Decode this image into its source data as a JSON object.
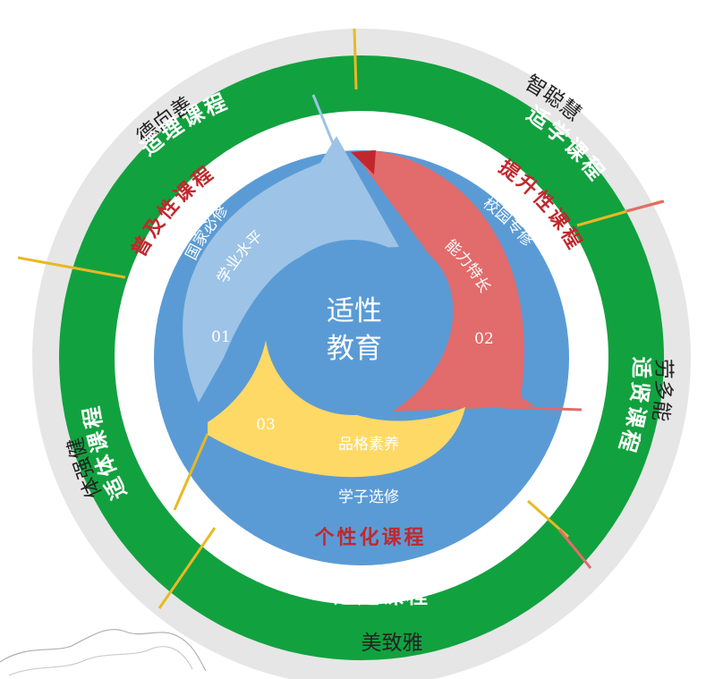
{
  "outer_ring": {
    "top_left": "德向善",
    "top_right": "智聪慧",
    "right": "劳多能",
    "left": "体强健",
    "bottom": "美致雅"
  },
  "green_ring": {
    "top_left": "适理课程",
    "top_right": "适学课程",
    "right": "适贤课程",
    "left": "适体课程",
    "bottom": "适趣课程"
  },
  "red_ring": {
    "left": "普及性课程",
    "right": "提升性课程",
    "bottom": "个性化课程"
  },
  "blue_ring": {
    "left": "国家必修",
    "right": "校园专修",
    "bottom": "学子选修"
  },
  "arrows": {
    "one": {
      "number": "01",
      "label": "学业水平"
    },
    "two": {
      "number": "02",
      "label": "能力特长"
    },
    "three": {
      "number": "03",
      "label": "品格素养"
    }
  },
  "center": {
    "line1": "适性",
    "line2": "教育"
  },
  "colors": {
    "outer_gray": "#e6e6e6",
    "green": "#12a13f",
    "blue": "#5b9bd5",
    "light_blue": "#9dc3e6",
    "red": "#e26b6b",
    "yellow": "#ffd966",
    "accent_red": "#c0282d",
    "divider_gold": "#e8b923"
  }
}
